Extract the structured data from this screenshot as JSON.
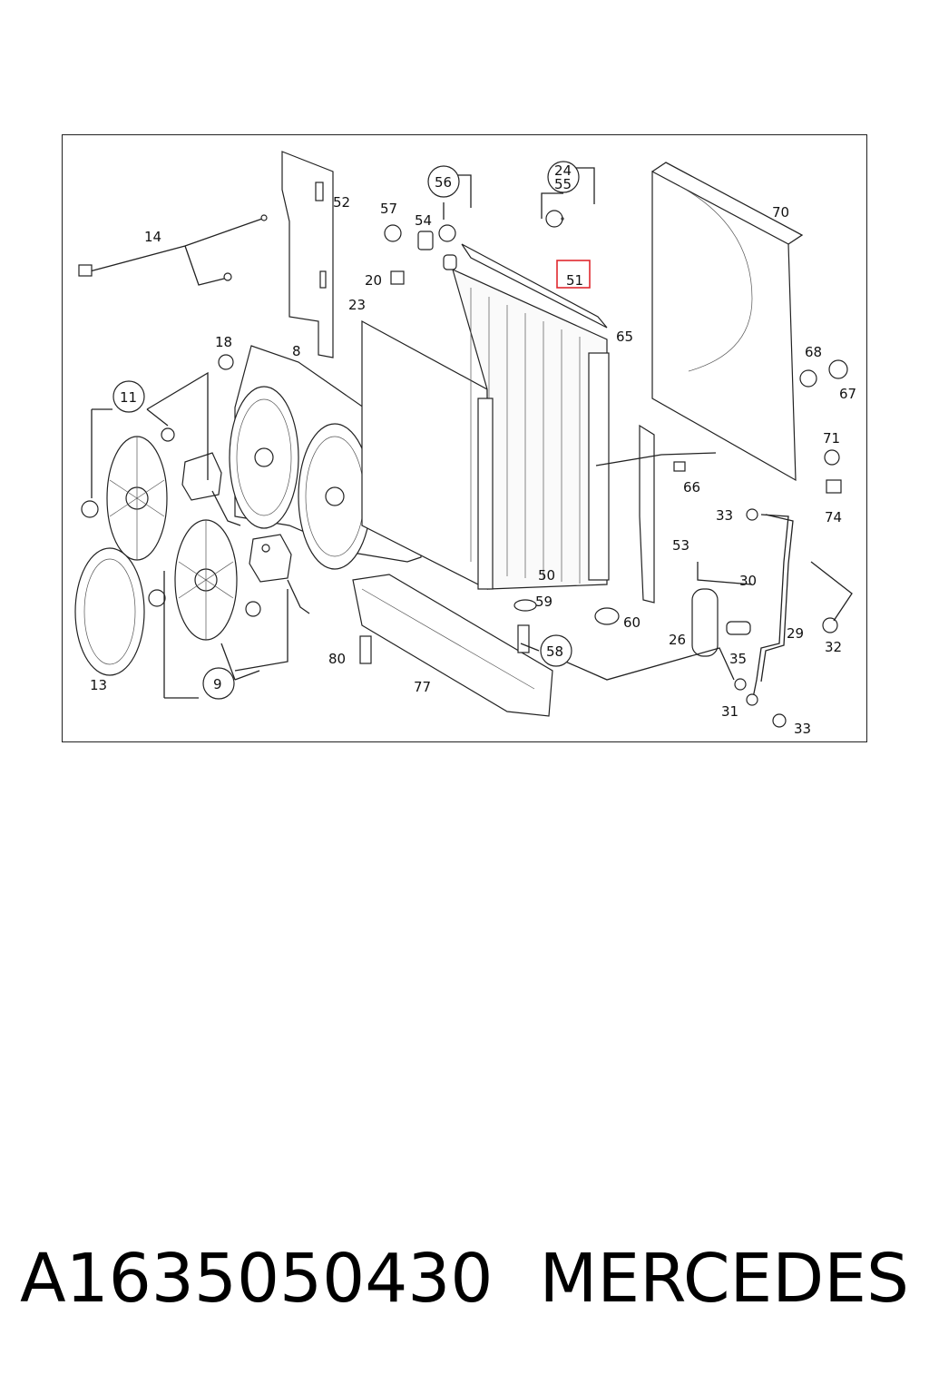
{
  "callouts": {
    "c14": "14",
    "c52": "52",
    "c57": "57",
    "c54": "54",
    "c56": "56",
    "c24": "24",
    "c55": "55",
    "c70": "70",
    "c20": "20",
    "c51": "51",
    "c23": "23",
    "c65": "65",
    "c18": "18",
    "c8": "8",
    "c68": "68",
    "c67": "67",
    "c11": "11",
    "c71": "71",
    "c66": "66",
    "c74": "74",
    "c33a": "33",
    "c53": "53",
    "c30": "30",
    "c50": "50",
    "c59": "59",
    "c60": "60",
    "c13": "13",
    "c29": "29",
    "c32": "32",
    "c26": "26",
    "c35": "35",
    "c80": "80",
    "c58": "58",
    "c9": "9",
    "c77": "77",
    "c31": "31",
    "c33b": "33"
  },
  "highlight_color": "#e0282e",
  "caption": {
    "part_number": "A1635050430",
    "brand": "MERCEDES"
  }
}
